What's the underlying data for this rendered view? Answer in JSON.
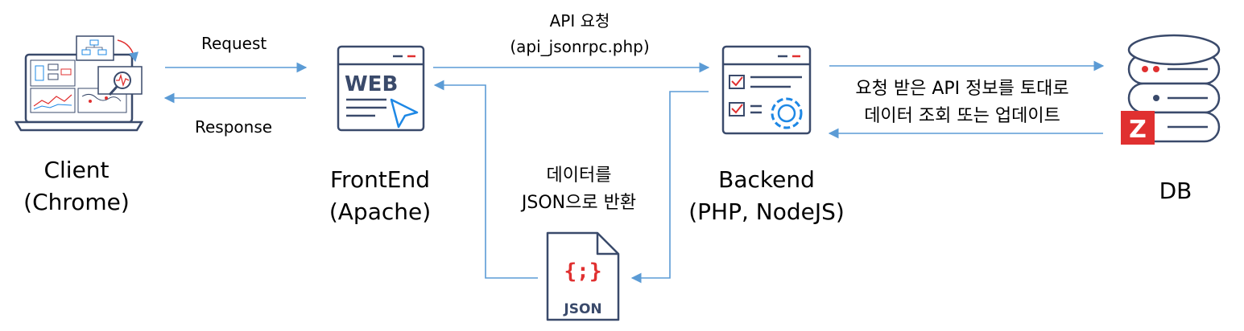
{
  "nodes": {
    "client": {
      "line1": "Client",
      "line2": "(Chrome)"
    },
    "frontend": {
      "line1": "FrontEnd",
      "line2": "(Apache)"
    },
    "backend": {
      "line1": "Backend",
      "line2": "(PHP, NodeJS)"
    },
    "db": {
      "label": "DB"
    }
  },
  "edges": {
    "request": "Request",
    "response": "Response",
    "api_request_line1": "API 요청",
    "api_request_line2": "(api_jsonrpc.php)",
    "db_query_line1": "요청 받은 API 정보를 토대로",
    "db_query_line2": "데이터 조회 또는 업데이트",
    "json_return_line1": "데이터를",
    "json_return_line2": "JSON으로 반환"
  },
  "icons": {
    "web_word": "WEB",
    "json_braces": "{;}",
    "json_word": "JSON",
    "db_badge": "Z"
  },
  "colors": {
    "arrow": "#5b9bd5",
    "icon_navy": "#3a4a6b",
    "accent_blue": "#1e88e5",
    "accent_red": "#e03030"
  }
}
